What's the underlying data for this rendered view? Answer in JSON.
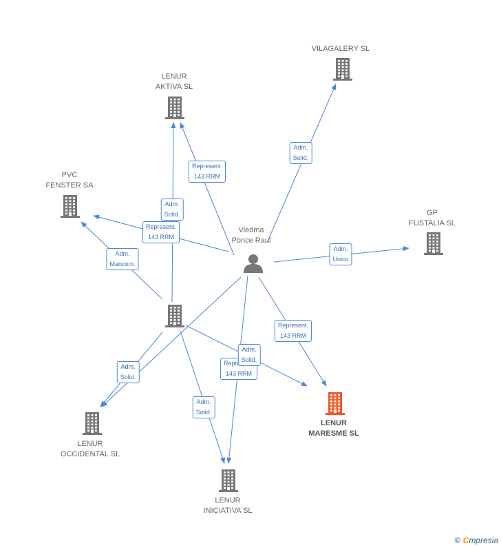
{
  "colors": {
    "edge": "#4a86d8",
    "building": "#777777",
    "building_focus": "#f05a28",
    "person": "#777777"
  },
  "nodes": [
    {
      "id": "viedma",
      "label": "Viedma\nPonce Raul",
      "icon": "person-icon"
    },
    {
      "id": "aktiva",
      "label": "LENUR\nAKTIVA SL",
      "icon": "building-icon"
    },
    {
      "id": "vilagalery",
      "label": "VILAGALERY SL",
      "icon": "building-icon"
    },
    {
      "id": "pvc",
      "label": "PVC\nFENSTER SA",
      "icon": "building-icon"
    },
    {
      "id": "gp",
      "label": "GP\nFUSTALIA SL",
      "icon": "building-icon"
    },
    {
      "id": "center",
      "label": "",
      "icon": "building-icon"
    },
    {
      "id": "maresme",
      "label": "LENUR\nMARESME SL",
      "icon": "building-icon",
      "focus": true
    },
    {
      "id": "occidental",
      "label": "LENUR\nOCCIDENTAL SL",
      "icon": "building-icon"
    },
    {
      "id": "iniciativa",
      "label": "LENUR\nINICIATIVA SL",
      "icon": "building-icon"
    }
  ],
  "edges": [
    {
      "from": "viedma",
      "to": "aktiva",
      "label": "Represent.\n143 RRM"
    },
    {
      "from": "viedma",
      "to": "vilagalery",
      "label": "Adm.\nSolid."
    },
    {
      "from": "viedma",
      "to": "pvc",
      "label": "Represent.\n143 RRM"
    },
    {
      "from": "viedma",
      "to": "gp",
      "label": "Adm.\nUnico"
    },
    {
      "from": "viedma",
      "to": "maresme",
      "label": "Represent.\n143 RRM"
    },
    {
      "from": "viedma",
      "to": "iniciativa",
      "label": "Represent.\n143 RRM"
    },
    {
      "from": "viedma",
      "to": "occidental",
      "label": ""
    },
    {
      "from": "center",
      "to": "aktiva",
      "label": "Adm.\nSolid."
    },
    {
      "from": "center",
      "to": "pvc",
      "label": "Adm.\nMancom."
    },
    {
      "from": "center",
      "to": "maresme",
      "label": "Adm.\nSolid."
    },
    {
      "from": "center",
      "to": "occidental",
      "label": "Adm.\nSolid."
    },
    {
      "from": "center",
      "to": "iniciativa",
      "label": "Adm.\nSolid."
    }
  ],
  "footer": {
    "copyright": "©",
    "brand_first": "C",
    "brand_rest": "mpresia"
  }
}
